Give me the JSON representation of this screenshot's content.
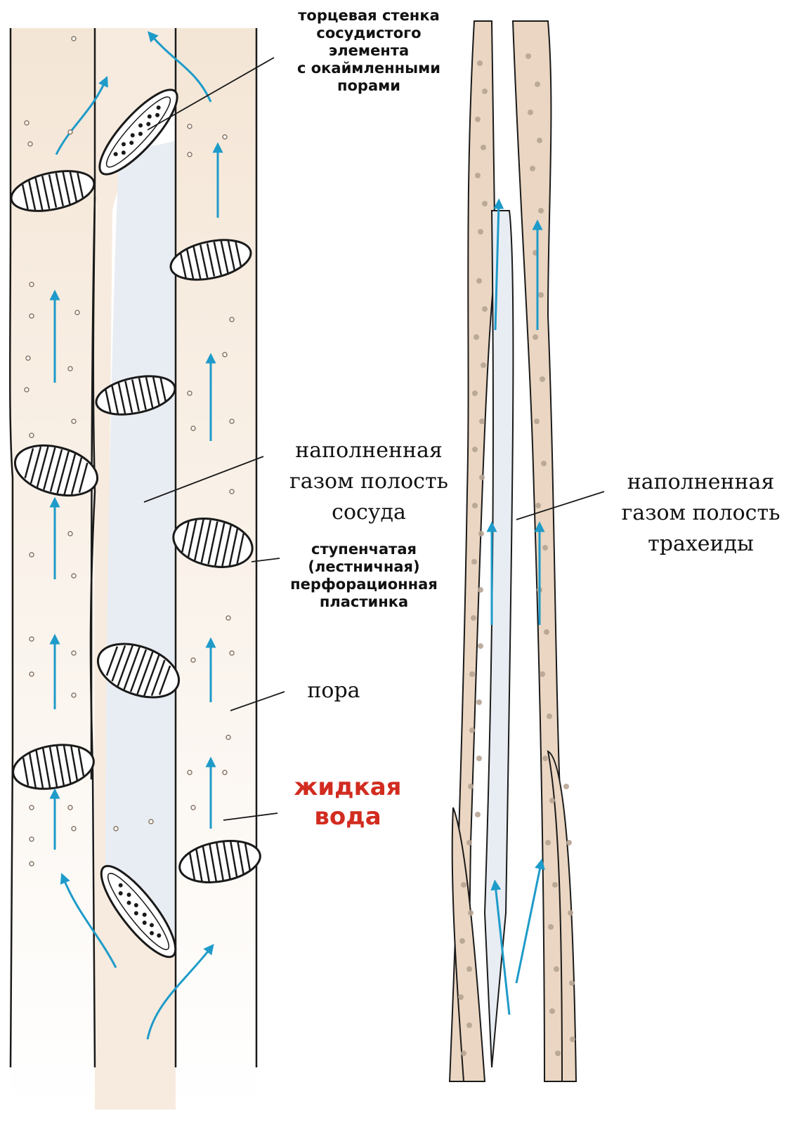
{
  "labels": {
    "end_wall": [
      "торцевая стенка",
      "сосудистого",
      "элемента",
      "с окаймленными",
      "порами"
    ],
    "vessel_cavity": [
      "наполненная",
      "газом полость",
      "сосуда"
    ],
    "scalariform_plate": [
      "ступенчатая",
      "(лестничная)",
      "перфорационная",
      "пластинка"
    ],
    "pore": "пора",
    "liquid_water": [
      "жидкая",
      "вода"
    ],
    "tracheid_cavity": [
      "наполненная",
      "газом полость",
      "трахеиды"
    ]
  },
  "colors": {
    "cell": "#f3e3d1",
    "cell_edge": "#e7cdb3",
    "cavity": "#e8edf3",
    "arrow": "#1e9bc9",
    "outline": "#1a1a1a",
    "dot": "#b7a594",
    "label_red": "#d22c20"
  },
  "icons": {
    "arrow": "upward-flow-arrow",
    "plate": "hatched-ellipse"
  }
}
